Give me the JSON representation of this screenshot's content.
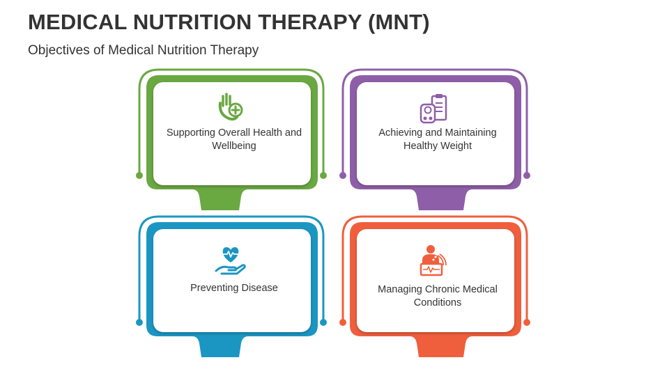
{
  "title": "MEDICAL NUTRITION THERAPY (MNT)",
  "subtitle": "Objectives of Medical Nutrition Therapy",
  "cards": [
    {
      "label": "Supporting Overall Health and Wellbeing",
      "icon": "hand-ok-plus-icon",
      "color": "#6aa842"
    },
    {
      "label": "Achieving and Maintaining Healthy Weight",
      "icon": "scale-clipboard-icon",
      "color": "#8e5fa8"
    },
    {
      "label": "Preventing Disease",
      "icon": "heart-in-hand-icon",
      "color": "#1b96c3"
    },
    {
      "label": "Managing Chronic Medical Conditions",
      "icon": "patient-monitor-icon",
      "color": "#f05f3d"
    }
  ]
}
